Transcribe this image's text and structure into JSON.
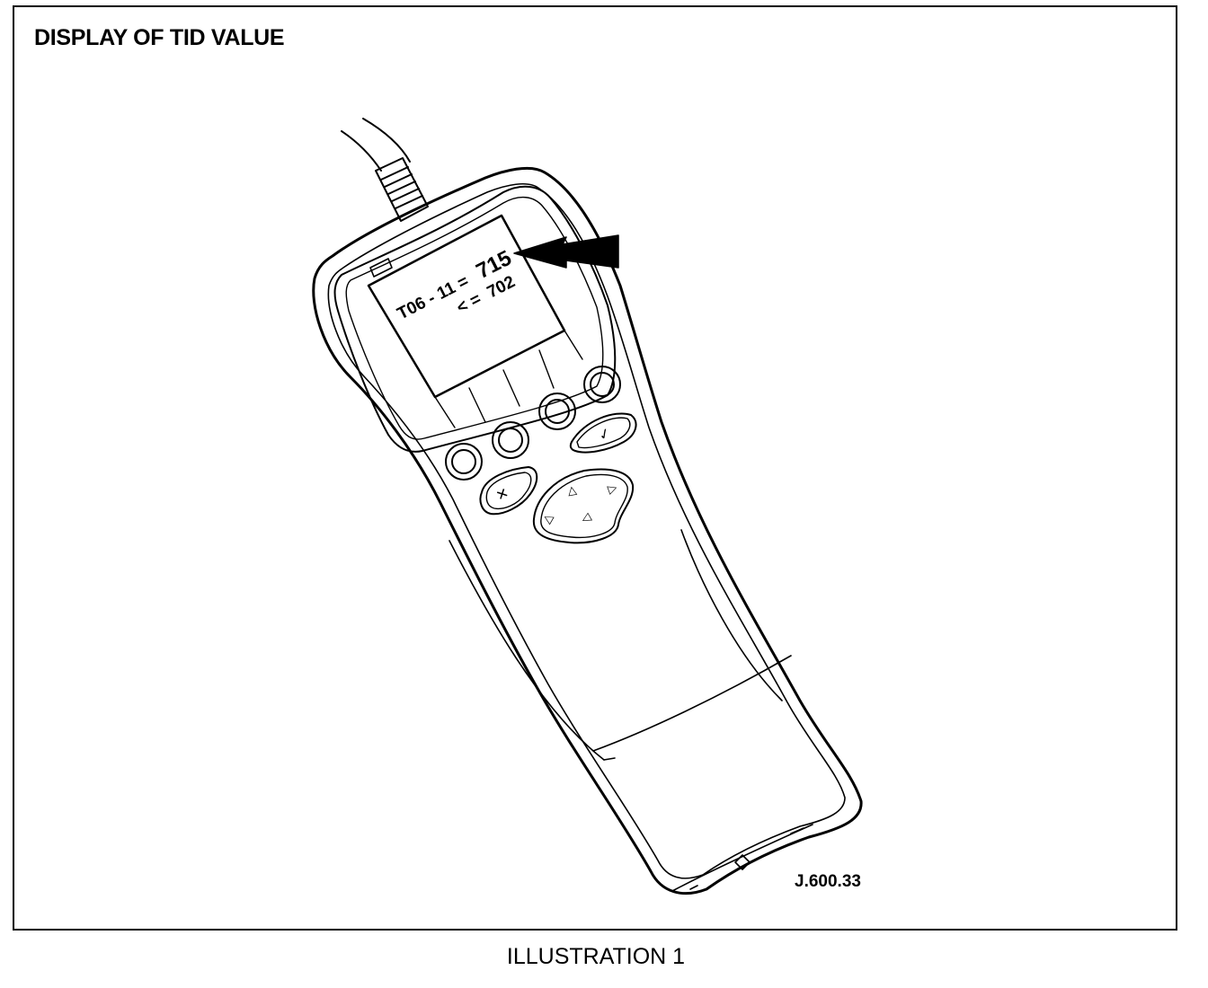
{
  "figure": {
    "title": "DISPLAY OF TID VALUE",
    "reference_code": "J.600.33",
    "caption": "ILLUSTRATION 1"
  },
  "device_screen": {
    "line1_label": "T06 - 11 =",
    "line1_value": "715",
    "line2_label": "< =",
    "line2_value": "702"
  },
  "keypad": {
    "cancel_symbol": "✕",
    "confirm_symbol": "✓",
    "nav_arrow_symbol": "▷"
  },
  "colors": {
    "line": "#000000",
    "background": "#ffffff"
  }
}
